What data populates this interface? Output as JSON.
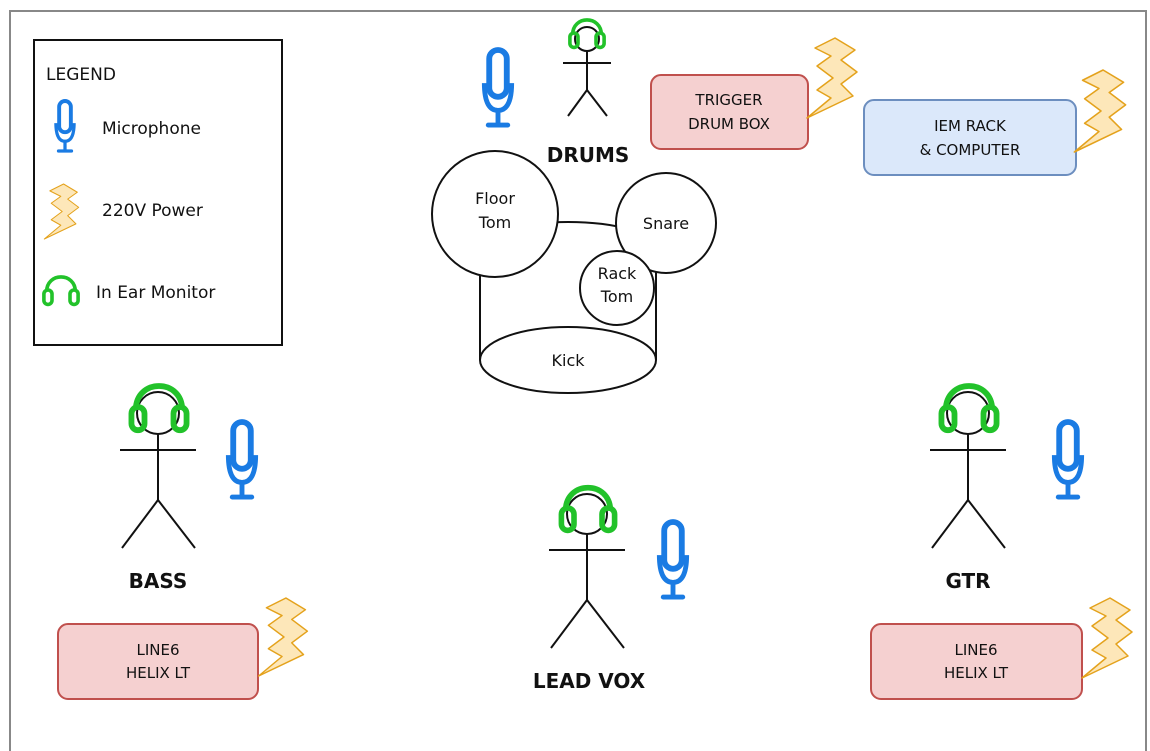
{
  "legend": {
    "title": "LEGEND",
    "items": [
      {
        "icon": "microphone-icon",
        "label": "Microphone"
      },
      {
        "icon": "power-icon",
        "label": "220V Power"
      },
      {
        "icon": "headphones-icon",
        "label": "In Ear Monitor"
      }
    ]
  },
  "drums": {
    "label": "DRUMS",
    "pieces": {
      "floor_tom": [
        "Floor",
        "Tom"
      ],
      "snare": "Snare",
      "rack_tom": [
        "Rack",
        "Tom"
      ],
      "kick": "Kick"
    }
  },
  "performers": {
    "bass": "BASS",
    "lead_vox": "LEAD VOX",
    "gtr": "GTR"
  },
  "boxes": {
    "trigger": [
      "TRIGGER",
      "DRUM BOX"
    ],
    "iem": [
      "IEM RACK",
      "& COMPUTER"
    ],
    "helix_bass": [
      "LINE6",
      "HELIX LT"
    ],
    "helix_gtr": [
      "LINE6",
      "HELIX LT"
    ]
  },
  "colors": {
    "microphone": "#1a7be3",
    "headphones": "#22c22a",
    "power_fill": "#fde7b9",
    "power_stroke": "#e4a21c",
    "red_box_fill": "#f5d0d0",
    "red_box_stroke": "#c0504d",
    "blue_box_fill": "#dbe8fa",
    "blue_box_stroke": "#6c8ebf",
    "border": "#888888"
  }
}
